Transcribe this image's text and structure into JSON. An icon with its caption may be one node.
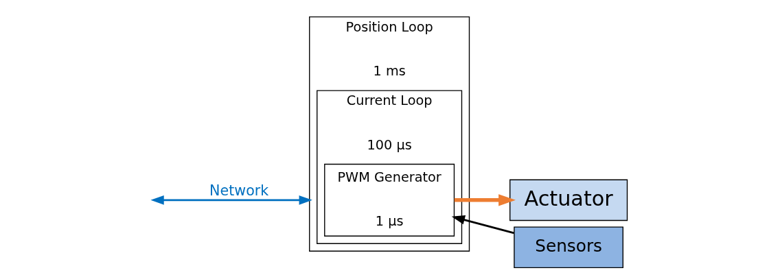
{
  "diagram": {
    "nodes": [
      {
        "text": [
          "Position Loop",
          "1 ms"
        ]
      },
      {
        "text": [
          "Current Loop",
          "100 µs"
        ],
        "in": 0
      },
      {
        "text": [
          "PWM Generator",
          "1 µs"
        ],
        "in": 1
      },
      {
        "text": [
          "Actuator"
        ]
      },
      {
        "text": [
          "Sensors"
        ]
      }
    ],
    "edges": [
      {
        "from": null,
        "to": 0,
        "arrow": "both",
        "label": "Network",
        "color": "#0070c0"
      },
      {
        "from": 2,
        "to": 3,
        "arrow": "to",
        "style": "thick",
        "color": "#ed7d31"
      },
      {
        "from": 4,
        "to": 2,
        "arrow": "to",
        "color": "#000000"
      }
    ]
  }
}
